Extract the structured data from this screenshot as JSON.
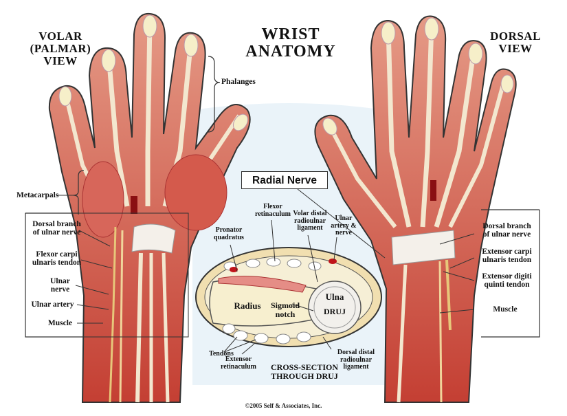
{
  "title": "WRIST\nANATOMY",
  "views": {
    "volar": "VOLAR\n(PALMAR)\nVIEW",
    "dorsal": "DORSAL\nVIEW"
  },
  "callout": "Radial Nerve",
  "labels": {
    "phalanges": "Phalanges",
    "metacarpals": "Metacarpals",
    "dorsal_branch_left": "Dorsal branch\nof ulnar nerve",
    "flexor_carpi": "Flexor carpi\nulnaris tendon",
    "ulnar_nerve": "Ulnar\nnerve",
    "ulnar_artery": "Ulnar artery",
    "muscle_left": "Muscle",
    "pronator": "Pronator\nquadratus",
    "flexor_retinaculum": "Flexor\nretinaculum",
    "volar_distal": "Volar distal\nradioulnar\nligament",
    "ulnar_artery_nerve": "Ulnar\nartery &\nnerve",
    "radius": "Radius",
    "sigmoid_notch": "Sigmoid\nnotch",
    "ulna": "Ulna",
    "druj": "DRUJ",
    "tendons": "Tendons",
    "extensor_retinaculum": "Extensor\nretinaculum",
    "cross_section": "CROSS-SECTION\nTHROUGH DRUJ",
    "dorsal_distal": "Dorsal distal\nradioulnar\nligament",
    "dorsal_branch_right": "Dorsal branch\nof ulnar nerve",
    "extensor_carpi": "Extensor carpi\nulnaris tendon",
    "extensor_digiti": "Extensor digiti\nquinti tendon",
    "muscle_right": "Muscle"
  },
  "credit": "©2005 Self & Associates, Inc.",
  "colors": {
    "muscle": "#c9443a",
    "muscle_light": "#e08a7c",
    "tendon": "#f1e3c8",
    "bone": "#f6efc9",
    "background_tint": "#eaf3f9",
    "outline": "#333333"
  }
}
